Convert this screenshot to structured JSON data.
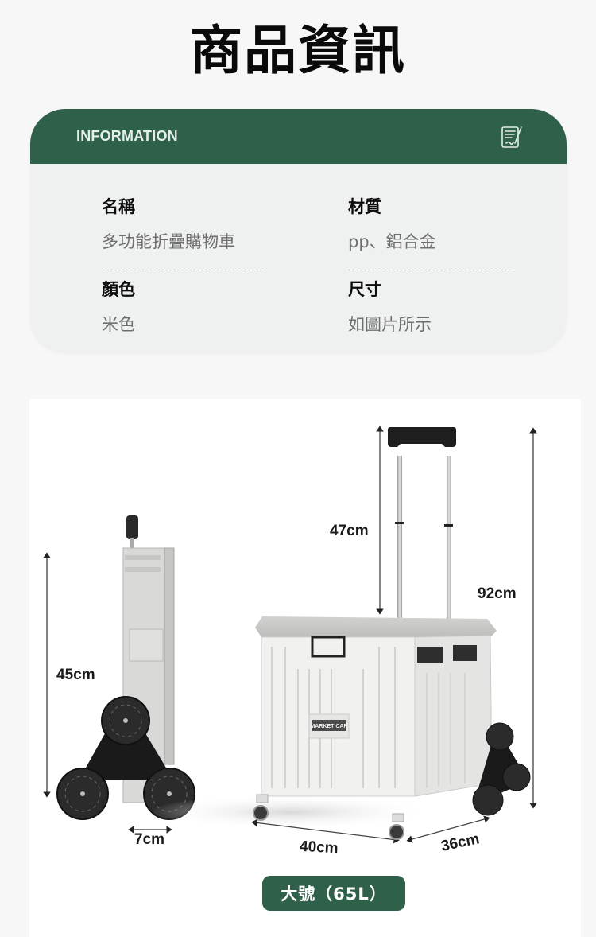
{
  "page": {
    "title": "商品資訊"
  },
  "info_card": {
    "header_title": "INFORMATION",
    "header_icon": "document-signature-icon",
    "fields": [
      {
        "label": "名稱",
        "value": "多功能折疊購物車"
      },
      {
        "label": "材質",
        "value": "pp、鋁合金"
      },
      {
        "label": "顏色",
        "value": "米色"
      },
      {
        "label": "尺寸",
        "value": "如圖片所示"
      }
    ],
    "colors": {
      "header_bg": "#2f604a",
      "body_bg": "#eff1f0"
    }
  },
  "product_image": {
    "description": "Folding shopping cart with stair-climbing tri-wheels, folded side view and unfolded view",
    "brand_plate": "MARKET CAR",
    "dimensions": {
      "folded_height": "45cm",
      "wheel_width": "7cm",
      "handle_extension": "47cm",
      "total_height": "92cm",
      "width": "40cm",
      "depth": "36cm"
    }
  },
  "size_badge": {
    "label": "大號（65L）",
    "color": "#2f604a"
  }
}
